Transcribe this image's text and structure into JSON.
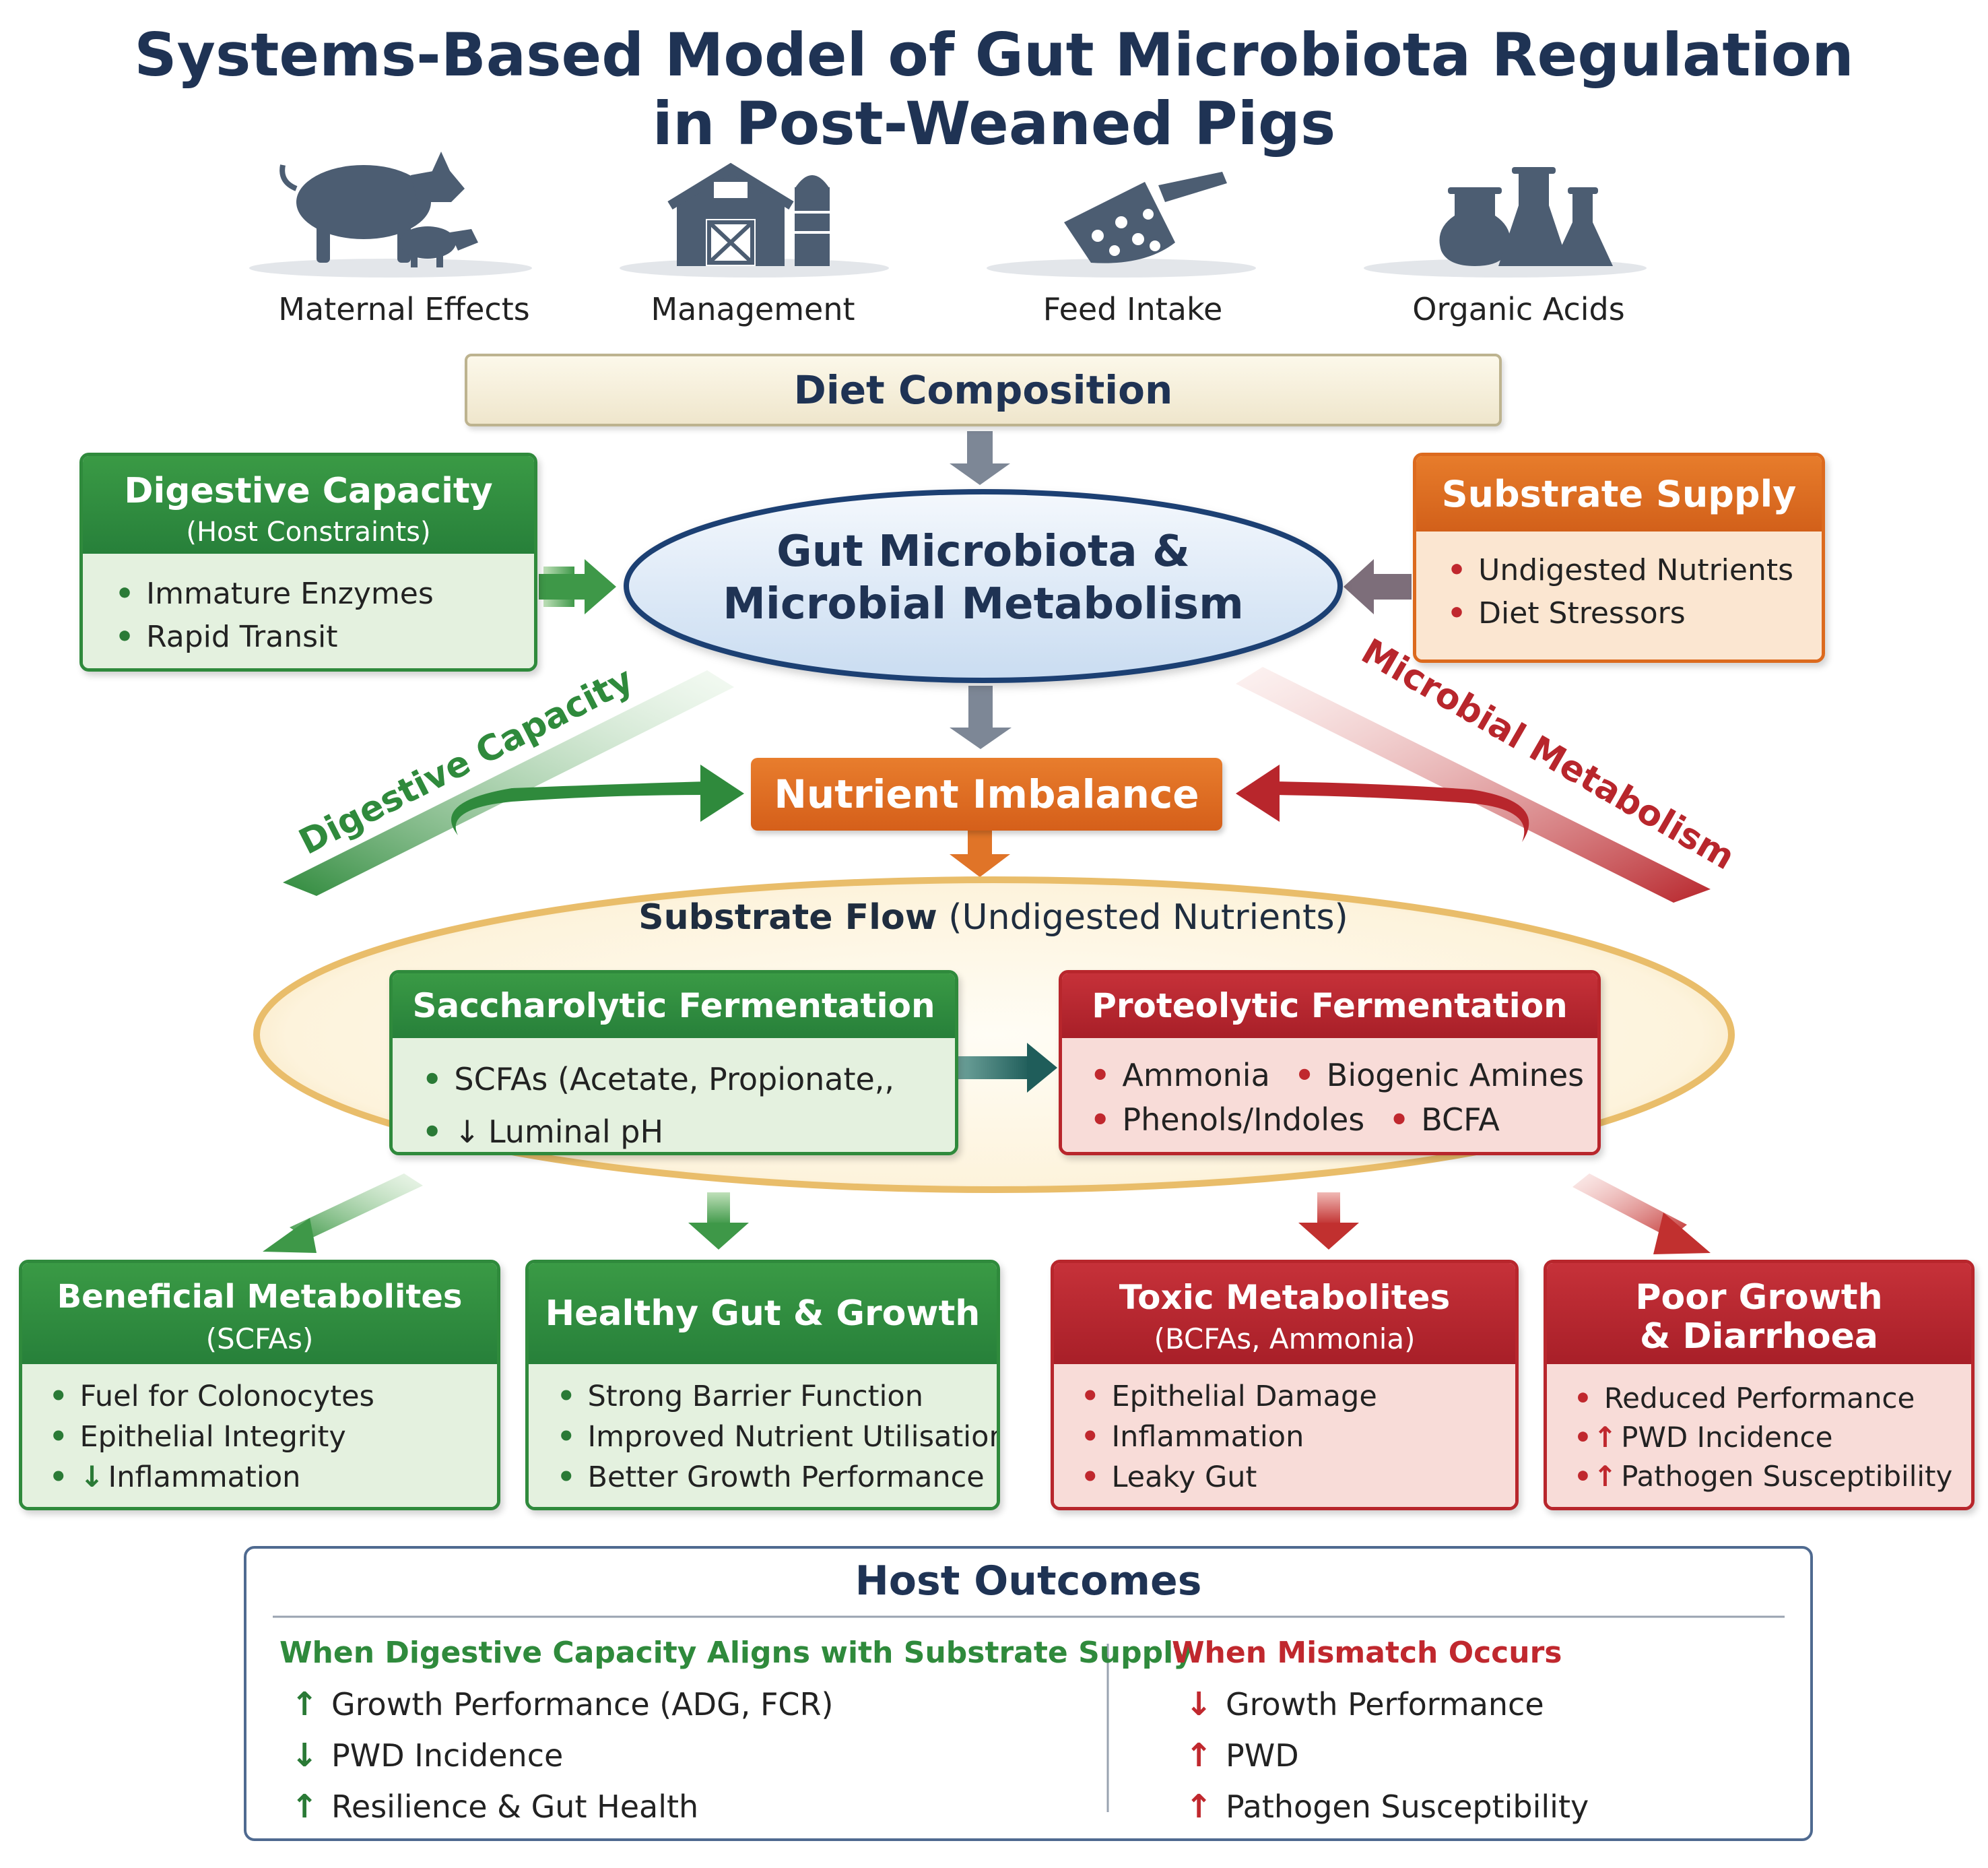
{
  "title": {
    "line1": "Systems-Based Model of Gut Microbiota Regulation",
    "line2": "in Post-Weaned Pigs"
  },
  "factors": [
    {
      "label": "Maternal Effects",
      "icon": "pig-with-piglet-icon"
    },
    {
      "label": "Management",
      "icon": "barn-silo-icon"
    },
    {
      "label": "Feed Intake",
      "icon": "feed-scoop-icon"
    },
    {
      "label": "Organic Acids",
      "icon": "lab-flasks-icon"
    }
  ],
  "diet_composition": "Diet Composition",
  "digestive_capacity": {
    "title": "Digestive Capacity",
    "subtitle": "(Host Constraints)",
    "items": [
      "Immature Enzymes",
      "Rapid Transit"
    ]
  },
  "substrate_supply": {
    "title": "Substrate Supply",
    "items": [
      "Undigested Nutrients",
      "Diet Stressors"
    ]
  },
  "microbiota": {
    "line1": "Gut Microbiota &",
    "line2": "Microbial Metabolism"
  },
  "side_labels": {
    "left": "Digestive Capacity",
    "right": "Microbial Metabolism"
  },
  "nutrient_imbalance": "Nutrient Imbalance",
  "substrate_flow": {
    "bold": "Substrate Flow",
    "normal": "(Undigested Nutrients)"
  },
  "saccharolytic": {
    "title": "Saccharolytic Fermentation",
    "item1": "SCFAs (Acetate, Propionate,,",
    "item2_arrow": "↓",
    "item2": "Luminal pH"
  },
  "proteolytic": {
    "title": "Proteolytic Fermentation",
    "row1": [
      "Ammonia",
      "Biogenic Amines"
    ],
    "row2": [
      "Phenols/Indoles",
      "BCFA"
    ]
  },
  "beneficial": {
    "title": "Beneficial Metabolites",
    "subtitle": "(SCFAs)",
    "items": [
      "Fuel for Colonocytes",
      "Epithelial Integrity"
    ],
    "item3_arrow": "↓",
    "item3": "Inflammation"
  },
  "healthy": {
    "title": "Healthy Gut & Growth",
    "items": [
      "Strong Barrier Function",
      "Improved Nutrient Utilisation",
      "Better Growth Performance"
    ]
  },
  "toxic": {
    "title": "Toxic Metabolites",
    "subtitle": "(BCFAs, Ammonia)",
    "items": [
      "Epithelial Damage",
      "Inflammation",
      "Leaky Gut"
    ]
  },
  "poor": {
    "title_line1": "Poor Growth",
    "title_line2": "& Diarrhoea",
    "item1": "Reduced Performance",
    "item2": "PWD Incidence",
    "item3": "Pathogen Susceptibility",
    "up_arrow": "↑"
  },
  "host_outcomes": {
    "title": "Host Outcomes",
    "aligned": {
      "heading": "When Digestive Capacity Aligns with Substrate Supply",
      "items": [
        {
          "arrow": "↑",
          "text": "Growth Performance (ADG, FCR)"
        },
        {
          "arrow": "↓",
          "text": "PWD Incidence"
        },
        {
          "arrow": "↑",
          "text": "Resilience & Gut Health"
        }
      ]
    },
    "mismatch": {
      "heading": "When Mismatch Occurs",
      "items": [
        {
          "arrow": "↓",
          "text": "Growth Performance"
        },
        {
          "arrow": "↑",
          "text": "PWD"
        },
        {
          "arrow": "↑",
          "text": "Pathogen Susceptibility"
        }
      ]
    }
  },
  "colors": {
    "title": "#1f3354",
    "green": "#2f8a3c",
    "red": "#b8262c",
    "orange": "#dc6a1e",
    "navy": "#1f3354"
  }
}
